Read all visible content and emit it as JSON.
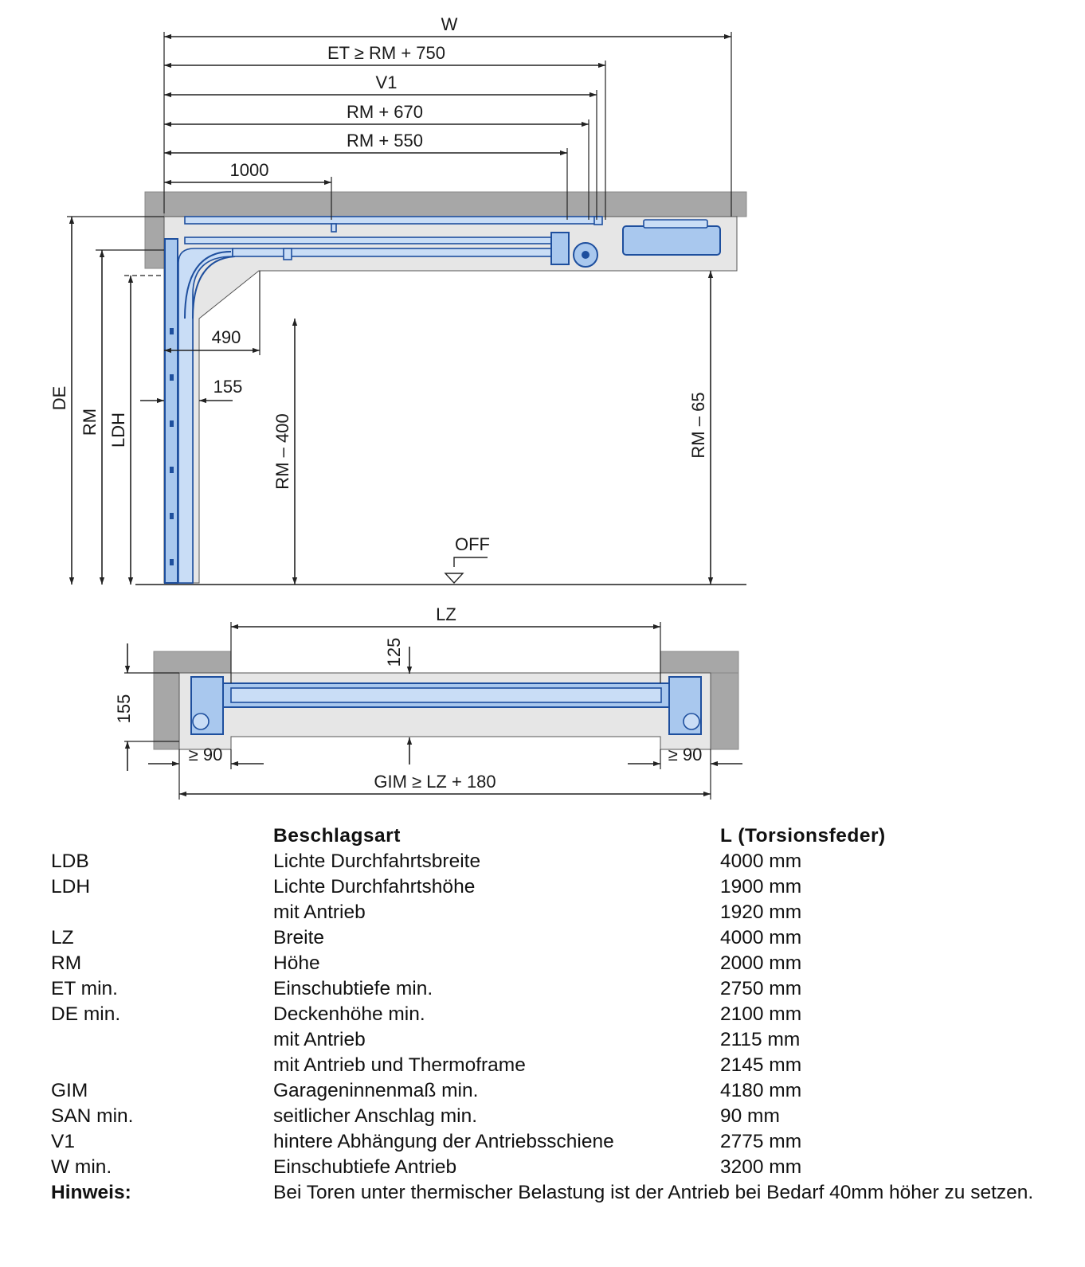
{
  "diagram": {
    "side_view": {
      "labels": {
        "W": "W",
        "ET": "ET ≥ RM + 750",
        "V1": "V1",
        "RM670": "RM + 670",
        "RM550": "RM + 550",
        "d1000": "1000",
        "d490": "490",
        "d155": "155",
        "DE": "DE",
        "RM": "RM",
        "LDH": "LDH",
        "RM400": "RM – 400",
        "RM65": "RM – 65",
        "OFF": "OFF"
      }
    },
    "plan_view": {
      "labels": {
        "LZ": "LZ",
        "d125": "125",
        "d155": "155",
        "san_left": "≥ 90",
        "san_right": "≥ 90",
        "GIM": "GIM ≥ LZ + 180"
      }
    }
  },
  "table": {
    "header": {
      "col1": "",
      "col2": "Beschlagsart",
      "col3": "L (Torsionsfeder)"
    },
    "rows": [
      {
        "abbr": "LDB",
        "desc": "Lichte Durchfahrtsbreite",
        "value": "4000 mm"
      },
      {
        "abbr": "LDH",
        "desc": "Lichte Durchfahrtshöhe",
        "value": "1900 mm"
      },
      {
        "abbr": "",
        "desc": "mit Antrieb",
        "value": "1920 mm"
      },
      {
        "abbr": "LZ",
        "desc": "Breite",
        "value": "4000 mm"
      },
      {
        "abbr": "RM",
        "desc": "Höhe",
        "value": "2000 mm"
      },
      {
        "abbr": "ET min.",
        "desc": "Einschubtiefe min.",
        "value": "2750 mm"
      },
      {
        "abbr": "DE min.",
        "desc": "Deckenhöhe min.",
        "value": "2100 mm"
      },
      {
        "abbr": "",
        "desc": "mit Antrieb",
        "value": "2115 mm"
      },
      {
        "abbr": "",
        "desc": "mit Antrieb und Thermoframe",
        "value": "2145 mm"
      },
      {
        "abbr": "GIM",
        "desc": "Garageninnenmaß min.",
        "value": "4180 mm"
      },
      {
        "abbr": "SAN min.",
        "desc": "seitlicher Anschlag min.",
        "value": "90 mm"
      },
      {
        "abbr": "V1",
        "desc": "hintere Abhängung der Antriebsschiene",
        "value": "2775 mm"
      },
      {
        "abbr": "W min.",
        "desc": "Einschubtiefe Antrieb",
        "value": "3200 mm"
      }
    ],
    "note": {
      "label": "Hinweis:",
      "text": "Bei Toren unter thermischer Belastung ist der Antrieb bei Bedarf 40mm höher zu setzen."
    }
  }
}
